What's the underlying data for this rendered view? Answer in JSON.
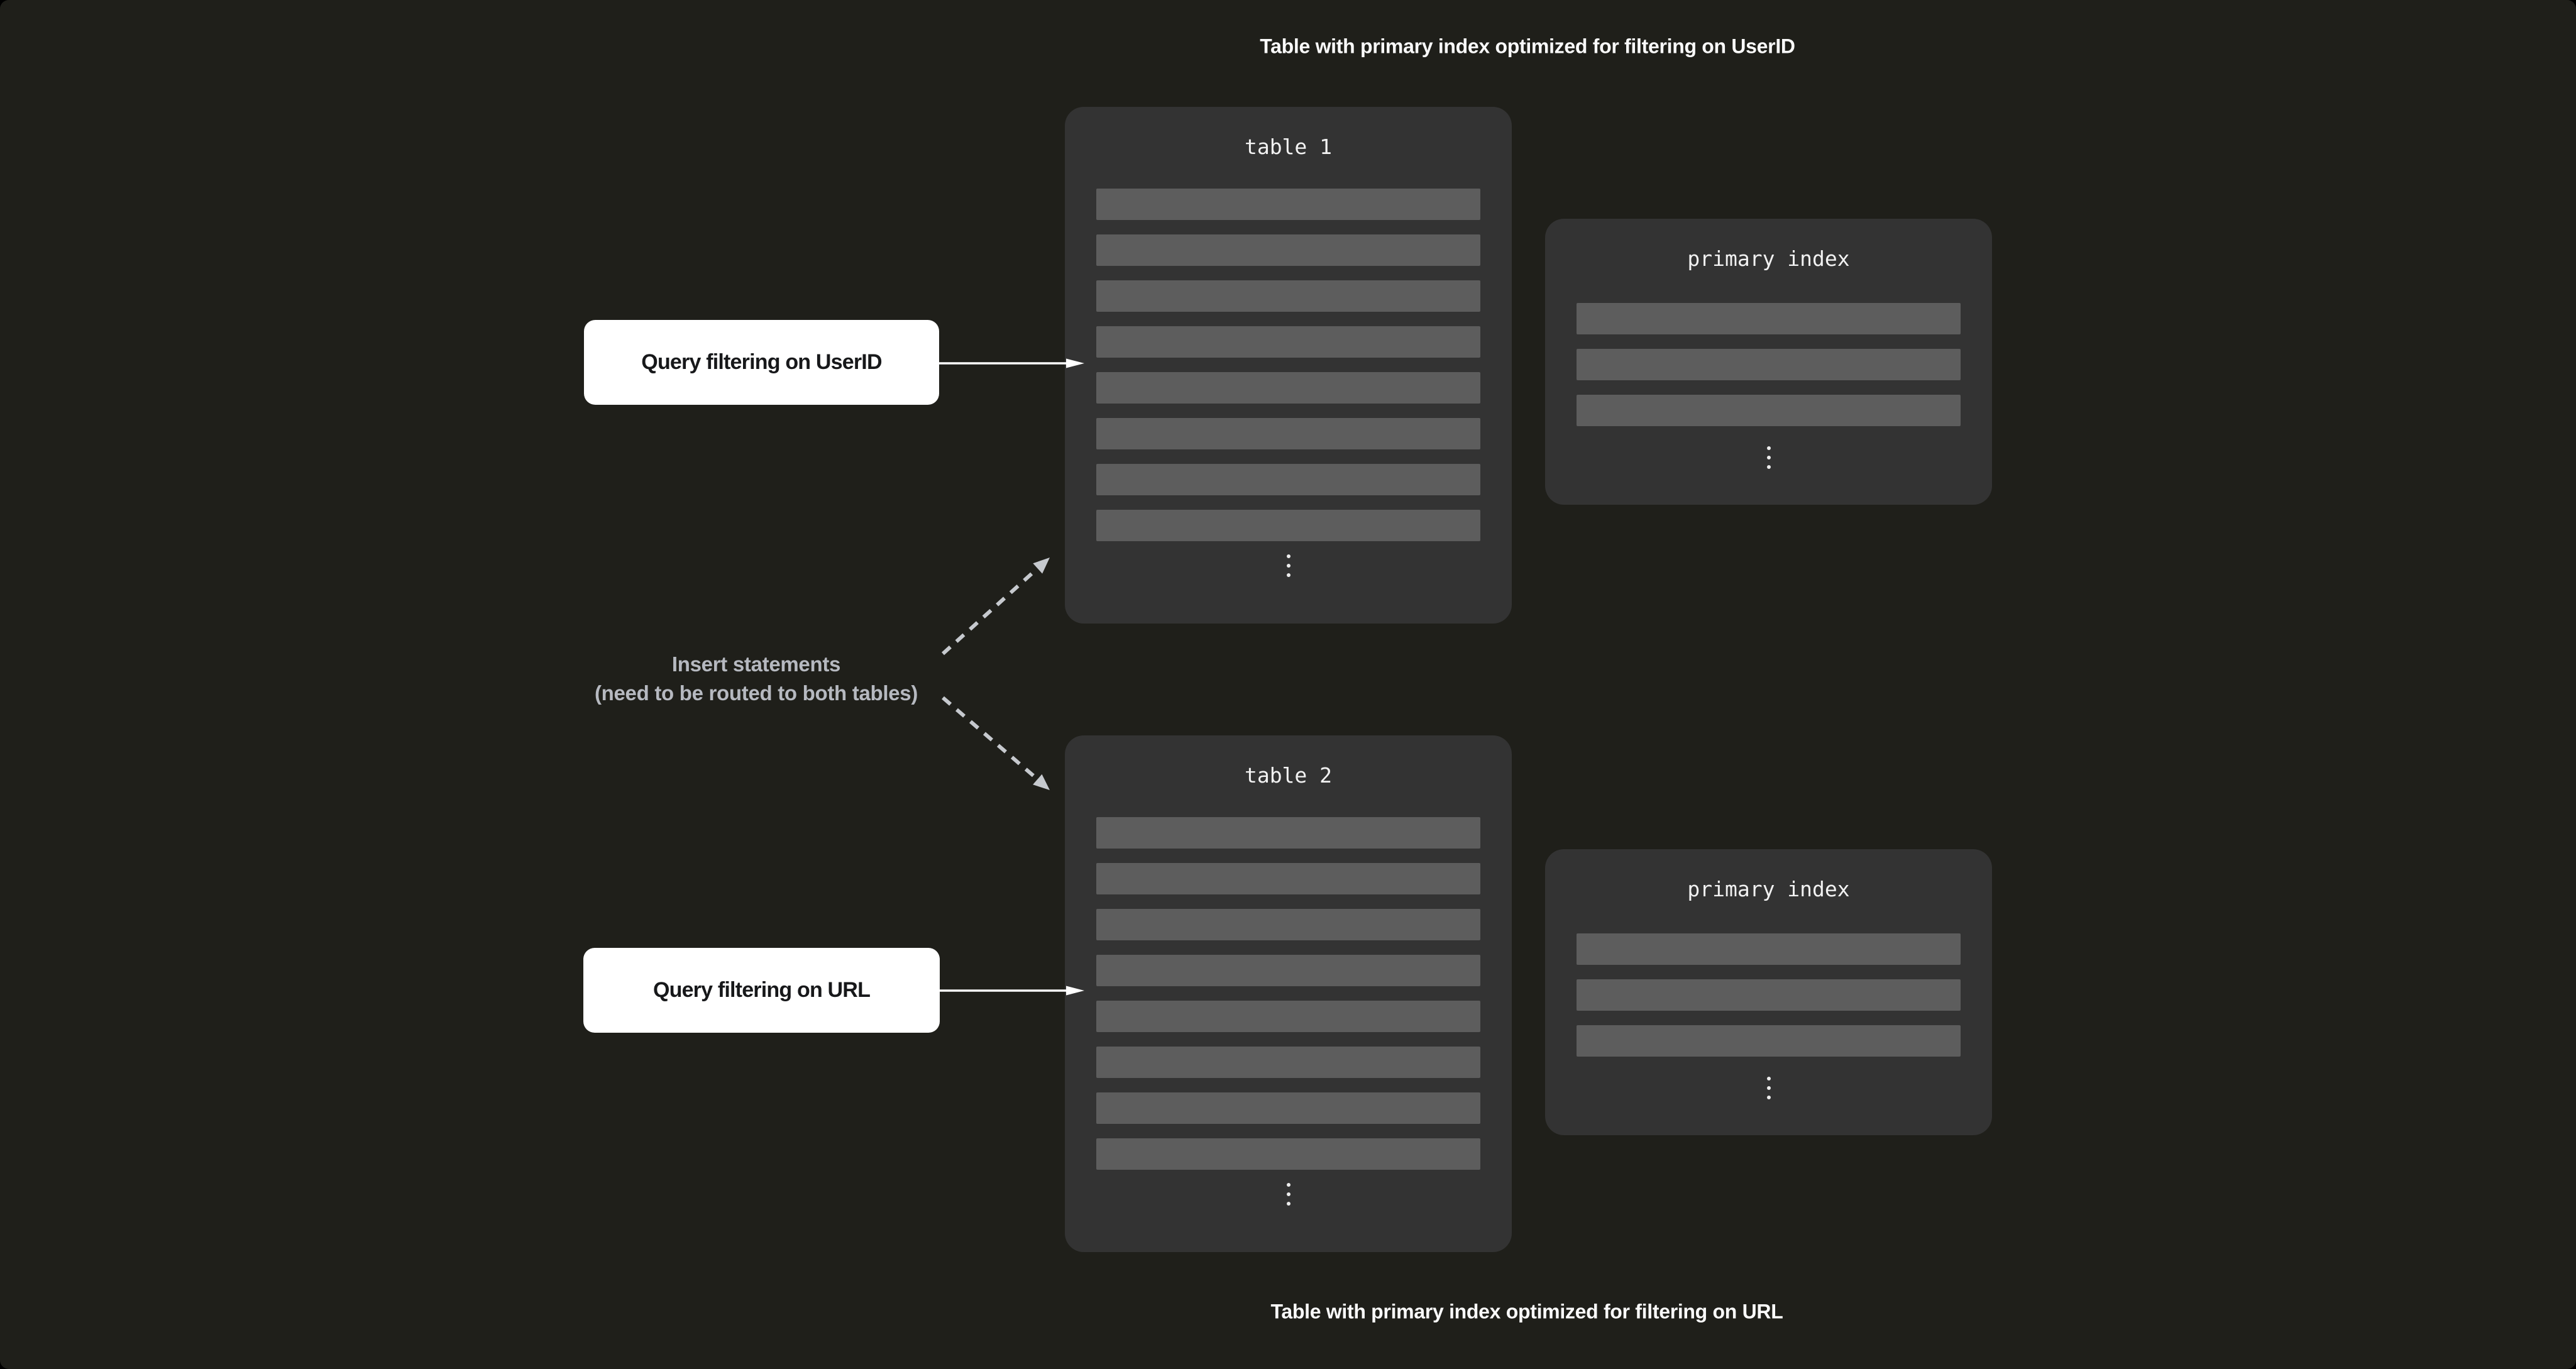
{
  "colors": {
    "bg": "#1f1f1a",
    "panel": "#333333",
    "row": "#5d5d5d",
    "title": "#f2f2f2",
    "caption": "#fafafa",
    "muted": "#b6b9c0",
    "arrow": "#c6c9ce",
    "query_bg": "#ffffff",
    "query_text": "#17181a"
  },
  "captions": {
    "top": "Table with primary index optimized for filtering on UserID",
    "bottom": "Table with primary index optimized for filtering on URL"
  },
  "boxes": {
    "table1": {
      "title": "table 1",
      "row_count": 8
    },
    "index1": {
      "title": "primary index",
      "row_count": 3
    },
    "table2": {
      "title": "table 2",
      "row_count": 8
    },
    "index2": {
      "title": "primary index",
      "row_count": 3
    }
  },
  "annotations": {
    "query_userid": "Query filtering on UserID",
    "query_url": "Query filtering on URL",
    "insert_line1": "Insert statements",
    "insert_line2": "(need to be routed to both tables)"
  }
}
